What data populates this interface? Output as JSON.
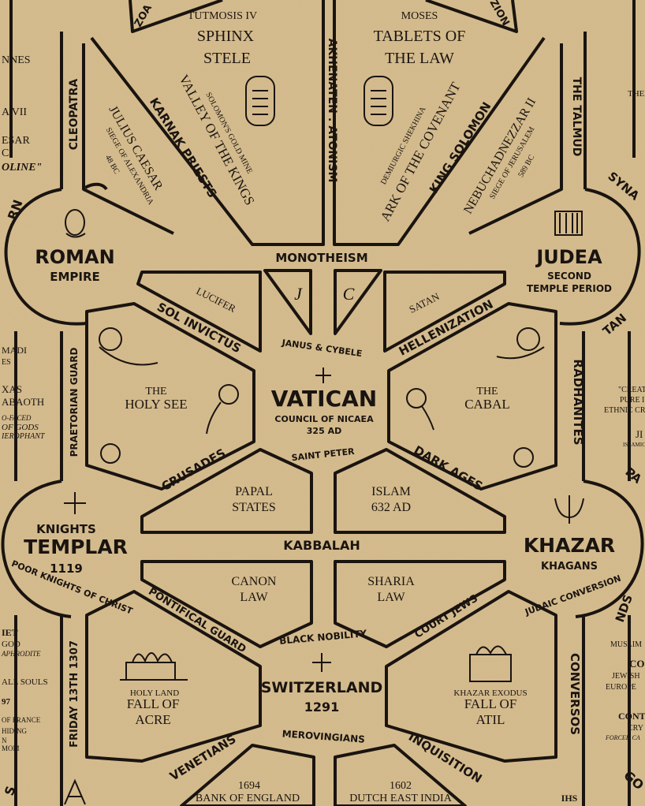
{
  "colors": {
    "parchment": "#d6bd8f",
    "ink": "#1a1410",
    "panel": "#dcc497"
  },
  "hubs": {
    "roman": {
      "title": "ROMAN",
      "sub": "EMPIRE"
    },
    "judea": {
      "title": "JUDEA",
      "sub1": "SECOND",
      "sub2": "TEMPLE PERIOD"
    },
    "vatican": {
      "title": "VATICAN",
      "sub1": "COUNCIL OF NICAEA",
      "sub2": "325 AD"
    },
    "templar": {
      "line1": "KNIGHTS",
      "line2": "TEMPLAR",
      "line3": "1119"
    },
    "khazar": {
      "title": "KHAZAR",
      "sub": "KHAGANS"
    },
    "switzerland": {
      "title": "SWITZERLAND",
      "sub": "1291"
    }
  },
  "connectors": {
    "monotheism": "MONOTHEISM",
    "kabbalah": "KABBALAH",
    "akhenaten": "AKHENATEN : ATONISM",
    "talmud": "THE TALMUD",
    "cleopatra": "CLEOPATRA",
    "radhanites": "RADHANITES",
    "praetorian": "PRAETORIAN GUARD",
    "friday13": "FRIDAY 13TH 1307",
    "conversos": "CONVERSOS",
    "karnak": "KARNAK PRIESTS",
    "king_solomon": "KING SOLOMON",
    "sol_invictus": "SOL INVICTUS",
    "hellenization": "HELLENIZATION",
    "crusades": "CRUSADES",
    "dark_ages": "DARK AGES",
    "janus": "JANUS & CYBELE",
    "saint_peter": "SAINT PETER",
    "poor_knights": "POOR KNIGHTS OF CHRIST",
    "judaic_conversion": "JUDAIC CONVERSION",
    "pontifical": "PONTIFICAL GUARD",
    "court_jews": "COURT JEWS",
    "black_nobility": "BLACK NOBILITY",
    "venetians": "VENETIANS",
    "inquisition": "INQUISITION",
    "merovingians": "MEROVINGIANS",
    "zoa": "ZOA",
    "zion": "ZION"
  },
  "panels": {
    "sphinx": {
      "l1": "TUTMOSIS IV",
      "l2": "SPHINX",
      "l3": "STELE"
    },
    "moses": {
      "l1": "MOSES",
      "l2": "TABLETS OF",
      "l3": "THE LAW"
    },
    "valley": {
      "l1": "SOLOMON'S GOLD MINE",
      "l2": "VALLEY OF THE KINGS"
    },
    "caesar": {
      "l1": "JULIUS CAESAR",
      "l2": "SIEGE OF ALEXANDRIA",
      "l3": "48 BC"
    },
    "ark": {
      "l1": "DEMIURGIC SHEKHINA",
      "l2": "ARK OF THE COVENANT"
    },
    "nebuchad": {
      "l1": "NEBUCHADNEZZAR II",
      "l2": "SIEGE OF JERUSALEM",
      "l3": "589 BC"
    },
    "lucifer": "LUCIFER",
    "satan": "SATAN",
    "j": "J",
    "c": "C",
    "holy_see": {
      "l1": "THE",
      "l2": "HOLY SEE"
    },
    "cabal": {
      "l1": "THE",
      "l2": "CABAL"
    },
    "papal": {
      "l1": "PAPAL",
      "l2": "STATES"
    },
    "islam": {
      "l1": "ISLAM",
      "l2": "632 AD"
    },
    "canon": {
      "l1": "CANON",
      "l2": "LAW"
    },
    "sharia": {
      "l1": "SHARIA",
      "l2": "LAW"
    },
    "acre": {
      "l1": "HOLY LAND",
      "l2": "FALL OF",
      "l3": "ACRE"
    },
    "atil": {
      "l1": "KHAZAR EXODUS",
      "l2": "FALL OF",
      "l3": "ATIL"
    },
    "boe": {
      "l1": "1694",
      "l2": "BANK OF ENGLAND"
    },
    "dei": {
      "l1": "1602",
      "l2": "DUTCH EAST INDIA"
    }
  },
  "edge_left": {
    "annes": "NNES",
    "a7": "A VII",
    "esar": "ESAR",
    "c": "C",
    "oline": "OLINE\"",
    "rn": "RN",
    "madi": "MADI",
    "es": "ES",
    "xas": "XAS",
    "aboath": "ABAOTH",
    "faced": "O-FACED",
    "gods": "OF GODS",
    "hierophant": "IEROPHANT",
    "iet": "IET",
    "god": "GOD",
    "aphrodite": "APHRODITE",
    "souls": "ALL SOULS",
    "seven": "97",
    "france": "OF FRANCE",
    "hiding": "HIDING",
    "n": "N",
    "mom": "MOM",
    "s": "S"
  },
  "edge_right": {
    "the": "THE",
    "syna": "SYNA",
    "tan": "TAN",
    "crea": "\"CREAT",
    "pure": "PURE I",
    "ethnic": "ETHNIC CR",
    "ji": "JI",
    "islami": "ISLAMIC",
    "pa": "PA",
    "nds": "NDS",
    "muslim": "MUSLIM",
    "co": "CO",
    "jewish": "JEWISH",
    "europe": "EUROPE",
    "cont": "CONT",
    "cry": "CRY",
    "forced": "FORCED CA",
    "go": "GO"
  },
  "icons": [
    "sun-cross-icon",
    "templar-cross-icon",
    "swiss-cross-icon",
    "khazar-trident-icon",
    "temple-icon",
    "masonic-compass-icon",
    "ihs-icon"
  ]
}
